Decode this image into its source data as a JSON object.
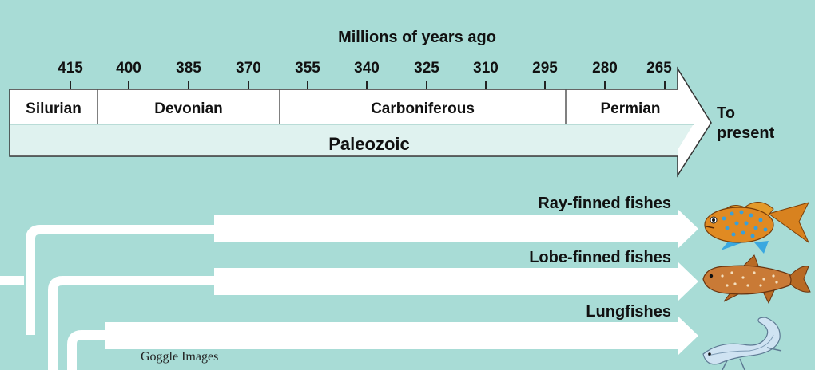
{
  "diagram": {
    "axis_title": "Millions of years ago",
    "ticks": [
      "415",
      "400",
      "385",
      "370",
      "355",
      "340",
      "325",
      "310",
      "295",
      "280",
      "265"
    ],
    "periods": [
      "Silurian",
      "Devonian",
      "Carboniferous",
      "Permian"
    ],
    "era": "Paleozoic",
    "present_label": {
      "line1": "To",
      "line2": "present"
    },
    "lineages": [
      "Ray-finned fishes",
      "Lobe-finned fishes",
      "Lungfishes"
    ],
    "colors": {
      "background": "#a8dcd6",
      "arrow_fill": "#ffffff",
      "outline": "#333333",
      "text": "#111111"
    }
  },
  "image_credit": "Goggle Images"
}
